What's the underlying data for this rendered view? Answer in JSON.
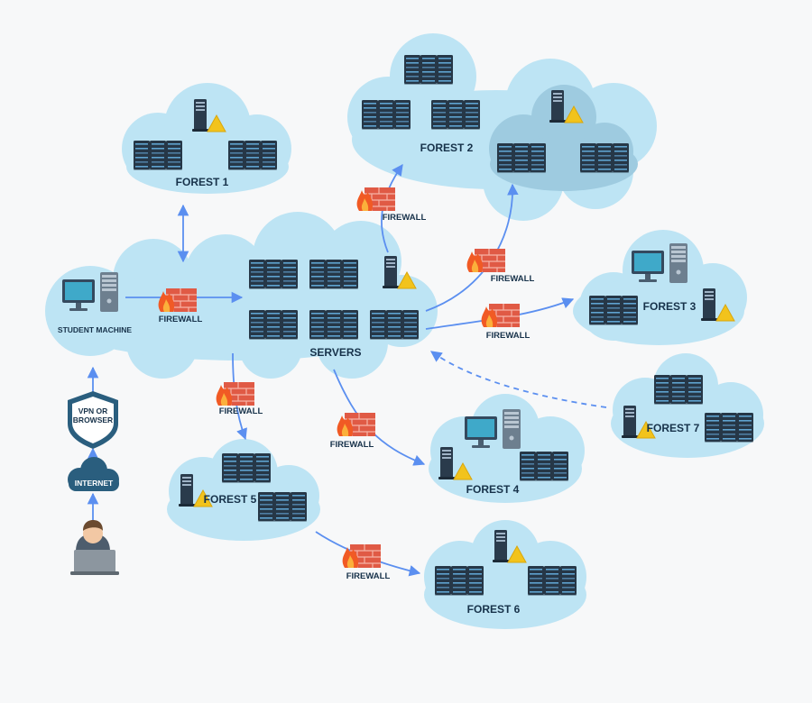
{
  "labels": {
    "forest1": "FOREST 1",
    "forest2": "FOREST 2",
    "forest3": "FOREST 3",
    "forest4": "FOREST 4",
    "forest5": "FOREST 5",
    "forest6": "FOREST 6",
    "forest7": "FOREST 7",
    "servers": "SERVERS",
    "student": "STUDENT MACHINE",
    "vpn_line1": "VPN OR",
    "vpn_line2": "BROWSER",
    "internet": "INTERNET",
    "firewall": "FIREWALL"
  },
  "colors": {
    "cloud": "#bde4f4",
    "cloud_dark": "#9ecbe0",
    "arrow": "#5b8ff0",
    "rack": "#2c3e50",
    "firewall": "#e05a45",
    "warning": "#f2c31c",
    "vpn_shield": "#2a5e7e",
    "internet_cloud": "#2a5e7e"
  },
  "icons": [
    "server-rack-icon",
    "server-tower-icon",
    "warning-icon",
    "firewall-icon",
    "monitor-icon",
    "shield-icon",
    "cloud-icon",
    "user-icon",
    "laptop-icon"
  ]
}
